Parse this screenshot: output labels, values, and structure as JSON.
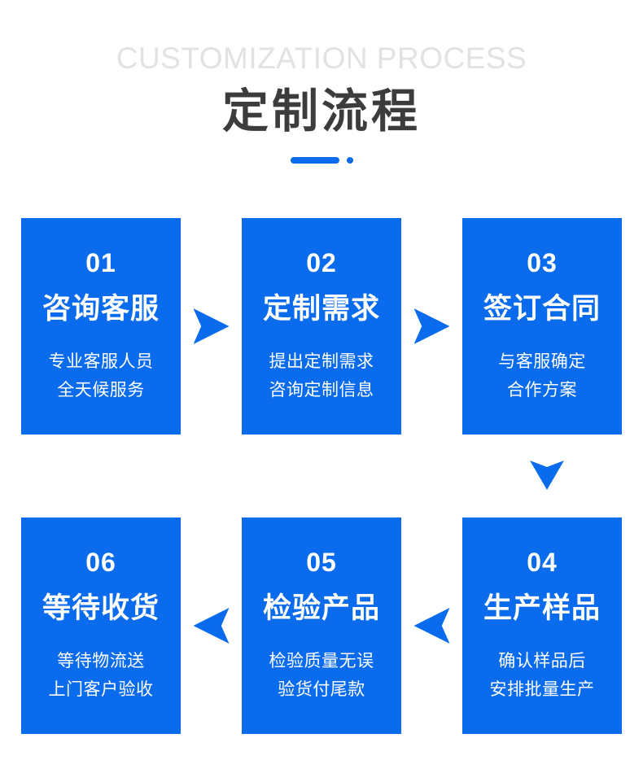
{
  "header": {
    "eyebrow": "CUSTOMIZATION PROCESS",
    "title": "定制流程",
    "divider_color": "#0a6ced"
  },
  "theme": {
    "card_bg": "#0a6ced",
    "card_text": "#ffffff",
    "eyebrow_color": "#e2e2e2",
    "title_color": "#3c3c3c",
    "page_bg": "#ffffff"
  },
  "flow": {
    "row_top": [
      {
        "number": "01",
        "title": "咨询客服",
        "desc_line1": "专业客服人员",
        "desc_line2": "全天候服务"
      },
      {
        "number": "02",
        "title": "定制需求",
        "desc_line1": "提出定制需求",
        "desc_line2": "咨询定制信息"
      },
      {
        "number": "03",
        "title": "签订合同",
        "desc_line1": "与客服确定",
        "desc_line2": "合作方案"
      }
    ],
    "row_bottom": [
      {
        "number": "06",
        "title": "等待收货",
        "desc_line1": "等待物流送",
        "desc_line2": "上门客户验收"
      },
      {
        "number": "05",
        "title": "检验产品",
        "desc_line1": "检验质量无误",
        "desc_line2": "验货付尾款"
      },
      {
        "number": "04",
        "title": "生产样品",
        "desc_line1": "确认样品后",
        "desc_line2": "安排批量生产"
      }
    ],
    "connectors": {
      "top_1": "arrow-right-icon",
      "top_2": "arrow-right-icon",
      "vertical": "arrow-down-icon",
      "bottom_1": "arrow-left-icon",
      "bottom_2": "arrow-left-icon"
    }
  }
}
